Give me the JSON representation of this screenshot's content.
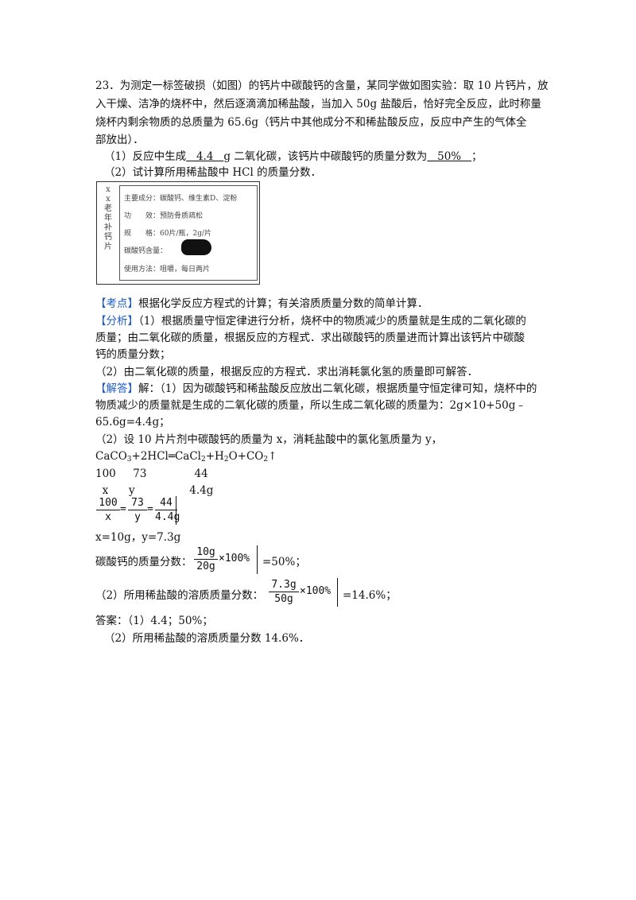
{
  "question": {
    "l1": "23．为测定一标签破损（如图）的钙片中碳酸钙的含量，某同学做如图实验：取 10 片钙片，放",
    "l2": "入干燥、洁净的烧杯中，然后逐滴滴加稀盐酸，当加入 50g 盐酸后，恰好完全反应，此时称量",
    "l3": "烧杯内剩余物质的总质量为 65.6g（钙片中其他成分不和稀盐酸反应，反应中产生的气体全",
    "l4": "部放出）．",
    "q1_a": "（1）反应中生成",
    "q1_ans1": "   4.4   ",
    "q1_b": "g 二氧化碳，该钙片中碳酸钙的质量分数为",
    "q1_ans2": "   50%   ",
    "q1_c": "；",
    "q2": "（2）试计算所用稀盐酸中 HCl 的质量分数．"
  },
  "label": {
    "side": [
      "x",
      "x",
      "老",
      "年",
      "补",
      "钙",
      "片"
    ],
    "rows": [
      "主要成分：碳酸钙、维生素D、淀粉",
      "功　　效：预防骨质疏松",
      "规　　格：60片/瓶，2g/片",
      "碳酸钙含量：",
      "使用方法：咀嚼，每日两片"
    ]
  },
  "solution": {
    "kaodian_tag": "【考点】",
    "kaodian": "根据化学反应方程式的计算；有关溶质质量分数的简单计算．",
    "fenxi_tag": "【分析】",
    "fenxi1": "（1）根据质量守恒定律进行分析，烧杯中的物质减少的质量就是生成的二氧化碳的",
    "fenxi2": "质量；由二氧化碳的质量，根据反应的方程式．求出碳酸钙的质量进而计算出该钙片中碳酸",
    "fenxi3": "钙的质量分数；",
    "fenxi4": "（2）由二氧化碳的质量，根据反应的方程式．求出消耗氯化氢的质量即可解答．",
    "jieda_tag": "【解答】",
    "jieda1": "解：（1）因为碳酸钙和稀盐酸反应放出二氧化碳，根据质量守恒定律可知，烧杯中的",
    "jieda2": "物质减少的质量就是生成的二氧化碳的质量，所以生成二氧化碳的质量为：2g×10+50g﹣",
    "jieda3": "65.6g=4.4g；",
    "jieda4": "（2）设 10 片片剂中碳酸钙的质量为 x，消耗盐酸中的氯化氢质量为 y，",
    "eq_a": "CaCO",
    "eq_b": "+2HCl═CaCl",
    "eq_c": "+H",
    "eq_d": "O+CO",
    "eq_e": "↑",
    "sub3": "3",
    "sub2": "2",
    "masses": "100     73              44",
    "vars": "  x      y                4.4g",
    "prop": {
      "n1": "100",
      "d1": "x",
      "n2": "73",
      "d2": "y",
      "n3": "44",
      "d3": "4.4g",
      "eq": "="
    },
    "xy": "x=10g，y=7.3g",
    "caco3_frac_label": "碳酸钙的质量分数：",
    "caco3_frac": {
      "num": "10g",
      "den": "20g",
      "mult": "×100%"
    },
    "caco3_result": "=50%；",
    "hcl_frac_label": "（2）所用稀盐酸的溶质质量分数：",
    "hcl_frac": {
      "num": "7.3g",
      "den": "50g",
      "mult": "×100%"
    },
    "hcl_result": "=14.6%；",
    "answer1": "答案：（1）4.4；50%；",
    "answer2": "（2）所用稀盐酸的溶质质量分数 14.6%．"
  }
}
